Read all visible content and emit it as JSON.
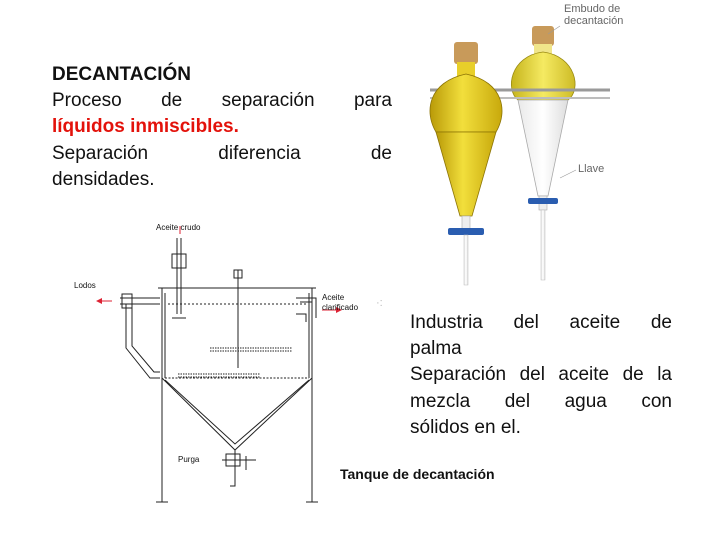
{
  "left_text": {
    "title": "DECANTACIÓN",
    "line1": "Proceso de separación para",
    "line2_highlight": "líquidos inmiscibles.",
    "line3": "Separación diferencia de",
    "line4": "densidades."
  },
  "right_text": {
    "para1_line1": "Industria del aceite de",
    "para1_line2": "palma",
    "para2_line1": "Separación del aceite de la",
    "para2_line2": "mezcla del agua con",
    "para2_line3": "sólidos en el."
  },
  "caption": "Tanque de decantación",
  "funnel_labels": {
    "top_line1": "Embudo de",
    "top_line2": "decantación",
    "tap": "Llave"
  },
  "tank_labels": {
    "crude_oil": "Aceite crudo",
    "sludge": "Lodos",
    "clarified_line1": "Aceite",
    "clarified_line2": "clarificado",
    "purge": "Purga"
  },
  "colors": {
    "highlight_red": "#e3120b",
    "oil_yellow": "#e8d21a",
    "cork": "#c89a5a",
    "clamp_blue": "#2a5db0"
  }
}
